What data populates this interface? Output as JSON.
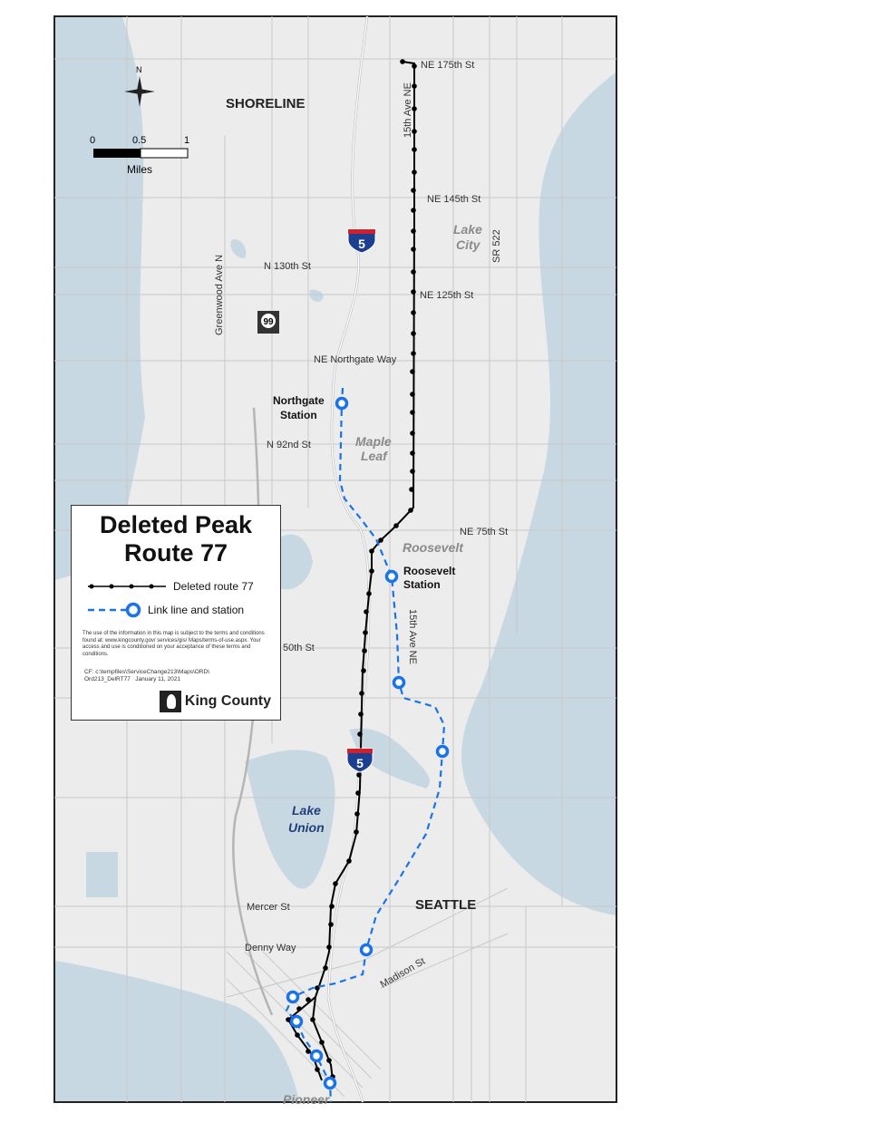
{
  "title": {
    "line1": "Deleted Peak",
    "line2": "Route 77"
  },
  "legend": {
    "route_label": "Deleted route 77",
    "link_label": "Link line and station",
    "disclaimer": "The use of the information in this map is subject to the terms and conditions found at: www.kingcounty.gov/ services/gis/ Maps/terms-of-use.aspx. Your access and use is conditioned on your acceptance of these terms and conditions.",
    "cf_path": "CF: c:\\tempfiles\\ServiceChange213\\Maps\\ORD\\",
    "cf_file": "Ord213_DelRT77",
    "date": "January 11, 2021",
    "logo_text": "King County"
  },
  "scale": {
    "ticks": [
      "0",
      "0.5",
      "1"
    ],
    "unit": "Miles"
  },
  "north_label": "N",
  "cities": {
    "shoreline": "SHORELINE",
    "seattle": "SEATTLE"
  },
  "neighborhoods": {
    "lake_city": [
      "Lake",
      "City"
    ],
    "maple_leaf": [
      "Maple",
      "Leaf"
    ],
    "roosevelt": "Roosevelt",
    "pioneer": "Pioneer"
  },
  "lakes": {
    "lake_union": [
      "Lake",
      "Union"
    ]
  },
  "stations": {
    "northgate": [
      "Northgate",
      "Station"
    ],
    "roosevelt": [
      "Roosevelt",
      "Station"
    ]
  },
  "streets": {
    "ne175": "NE 175th St",
    "ave15_north": "15th Ave NE",
    "ne145": "NE 145th St",
    "sr522": "SR 522",
    "n130": "N 130th St",
    "ne125": "NE 125th St",
    "greenwood": "Greenwood Ave N",
    "northgate_way": "NE Northgate Way",
    "n92": "N 92nd St",
    "ne75": "NE 75th St",
    "ave15_south": "15th Ave NE",
    "n50": "50th St",
    "mercer": "Mercer St",
    "denny": "Denny Way",
    "madison": "Madison St"
  },
  "shields": {
    "i5": "5",
    "sr99": "99"
  },
  "colors": {
    "route": "#000000",
    "link": "#1a73e8",
    "water": "#c8d8e2",
    "land": "#ececec"
  }
}
